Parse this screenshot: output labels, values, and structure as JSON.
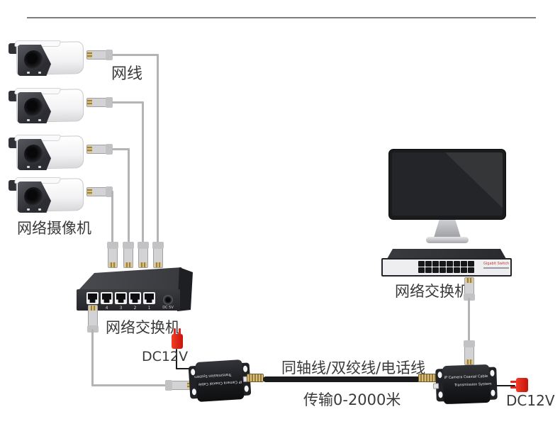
{
  "labels": {
    "net_cable": "网线",
    "cameras": "网络摄像机",
    "switch_left": "网络交换机",
    "switch_right": "网络交换机",
    "dc12v_left": "DC12V",
    "dc12v_right": "DC12V",
    "coax_types": "同轴线/双绞线/电话线",
    "distance": "传输0-2000米"
  },
  "switch_left": {
    "port_numbers": [
      "4",
      "3",
      "2",
      "1"
    ],
    "power_label": "DC 5V"
  },
  "switch_right": {
    "brand": "Gigabit Switch"
  },
  "transmitter": {
    "line1": "IP Camera Coaxial Cable",
    "line2": "Transmission System"
  },
  "receiver": {
    "line1": "IP Camera Coaxial Cable",
    "line2": "Transmission System"
  },
  "colors": {
    "accent_red": "#e8251b",
    "cable_gray": "#b4b4b7",
    "device_black": "#26272a",
    "connector_gold": "#c2a35a",
    "brand_red": "#c63c2d",
    "text": "#3a3a3a"
  }
}
